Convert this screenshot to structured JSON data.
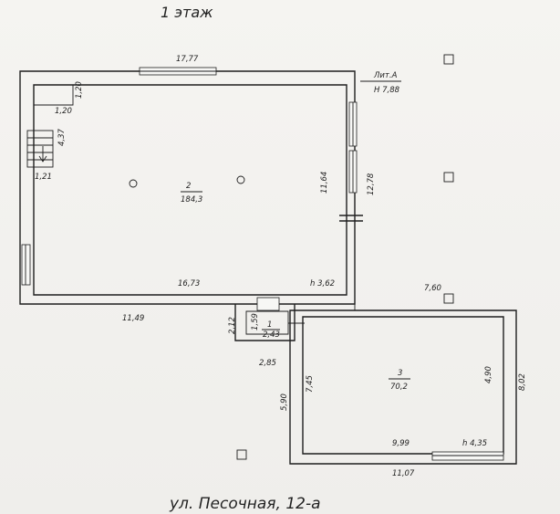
{
  "title": "1 этаж",
  "street": "ул. Песочная, 12-а",
  "building": {
    "litera": "Лит.А",
    "height": "Н 7,88"
  },
  "rooms": [
    {
      "number": "2",
      "area": "184,3"
    },
    {
      "number": "1",
      "area": "2,43"
    },
    {
      "number": "3",
      "area": "70,2"
    }
  ],
  "dimensions": {
    "top_width": "17,77",
    "stair_a": "1,20",
    "stair_b": "1,20",
    "stair_len": "4,37",
    "stair_w": "1,21",
    "room2_inner_height": "11,64",
    "right_outer": "12,78",
    "room2_width": "16,73",
    "room2_ceiling": "h 3,62",
    "bottom_left": "11,49",
    "ann_right_top": "7,60",
    "vest_side": "2,12",
    "vest_inner": "1,59",
    "vest_width": "2,85",
    "room3_left": "7,45",
    "room3_outer_left": "5,90",
    "room3_right": "4,90",
    "right_outer_room3": "8,02",
    "room3_inner_width": "9,99",
    "room3_ceiling": "h 4,35",
    "room3_outer_width": "11,07"
  }
}
